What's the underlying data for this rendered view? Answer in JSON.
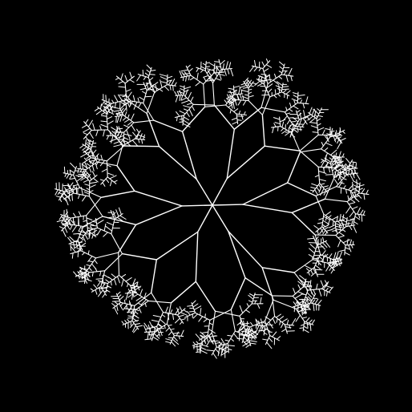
{
  "background_color": "#000000",
  "stroke_color": "#ffffff",
  "figure": {
    "kind": "fractal-branching-tree",
    "symmetry": "6-fold",
    "main_branches": 6,
    "recursion_depth": 5,
    "text": ""
  }
}
